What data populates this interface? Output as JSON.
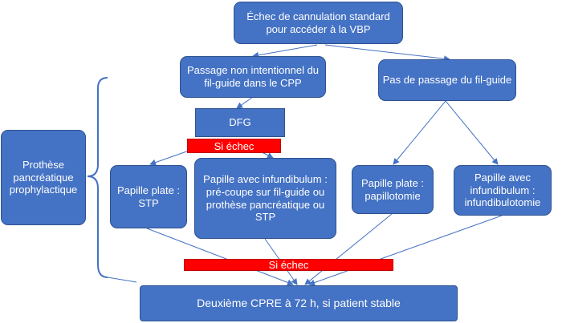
{
  "nodes": {
    "start": "Échec de cannulation standard pour accéder à la VBP",
    "passage": "Passage non intentionnel du fil-guide dans le CPP",
    "no_passage": "Pas de passage du fil-guide",
    "dfg": "DFG",
    "prothese": "Prothèse pancréatique prophylactique",
    "papille_plate_stp": "Papille plate : STP",
    "papille_infund_left": "Papille avec infundibulum : pré-coupe sur fil-guide ou prothèse pancréatique ou STP",
    "papille_plate_right": "Papille plate : papillotomie",
    "papille_infund_right": "Papille avec infundibulum : infundibulotomie",
    "cpre": "Deuxième CPRE à 72 h, si patient stable"
  },
  "banners": {
    "si_echec_top": "Si échec",
    "si_echec_bottom": "Si échec"
  },
  "colors": {
    "node_fill": "#4472c4",
    "node_border": "#2f528f",
    "banner_fill": "#ff0000",
    "arrow": "#4472c4"
  }
}
